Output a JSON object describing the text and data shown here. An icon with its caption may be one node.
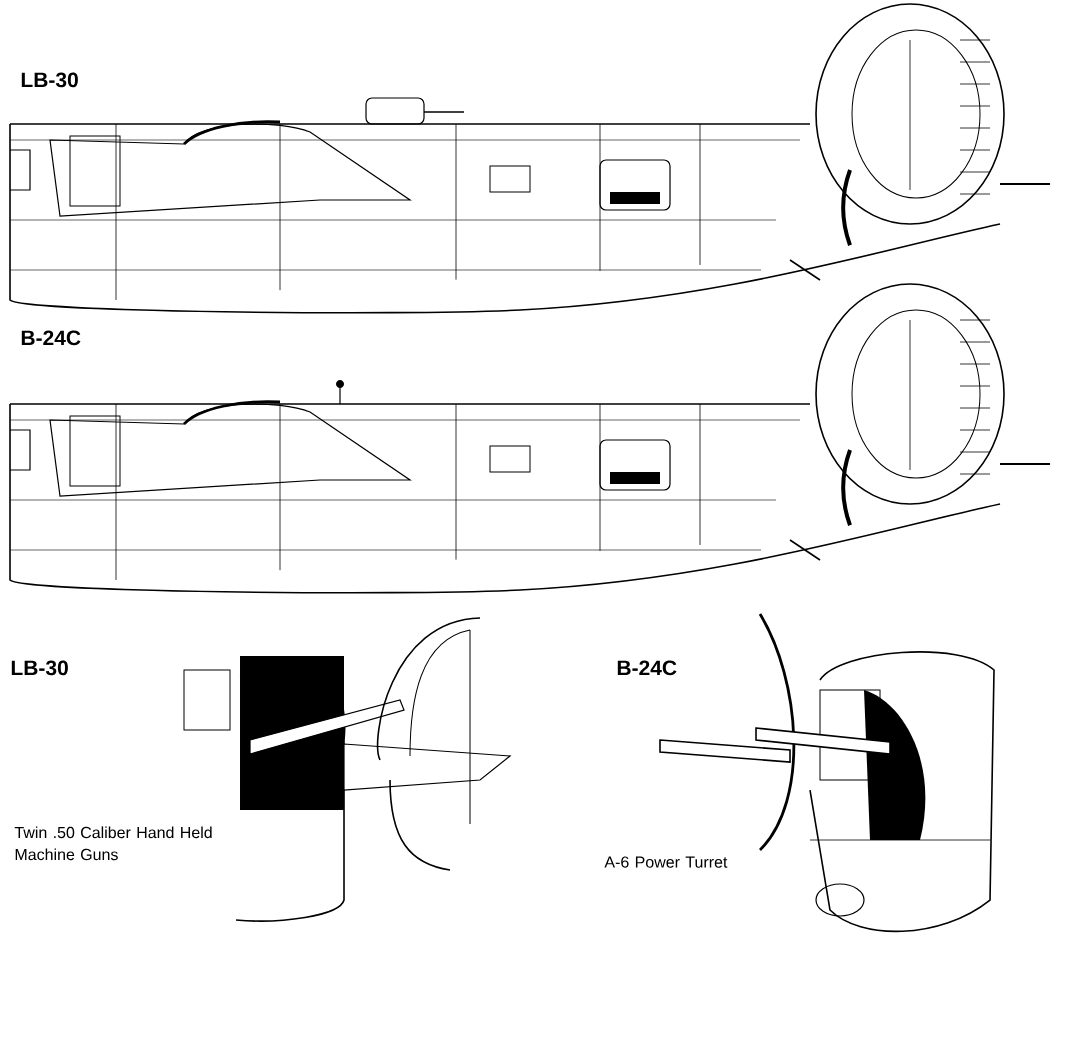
{
  "diagram": {
    "labels": [
      "LB-30",
      "B-24C",
      "LB-30",
      "B-24C",
      "Twin .50 Caliber Hand Held Machine Guns",
      "A-6 Power Turret"
    ]
  }
}
